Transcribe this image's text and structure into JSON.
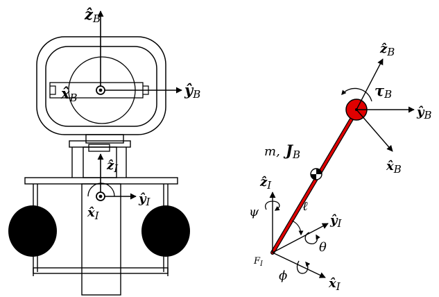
{
  "diagram": {
    "colors": {
      "ink": "#000000",
      "pendulum": "#e00000",
      "background": "#ffffff"
    },
    "left": {
      "labels": {
        "zB_sym": "ẑ",
        "zB_sub": "B",
        "yB_sym": "ŷ",
        "yB_sub": "B",
        "xB_sym": "x̂",
        "xB_sub": "B",
        "zI_sym": "ẑ",
        "zI_sub": "I",
        "yI_sym": "ŷ",
        "yI_sub": "I",
        "xI_sym": "x̂",
        "xI_sub": "I"
      }
    },
    "right": {
      "labels": {
        "zB_sym": "ẑ",
        "zB_sub": "B",
        "yB_sym": "ŷ",
        "yB_sub": "B",
        "xB_sym": "x̂",
        "xB_sub": "B",
        "tauB_sym": "τ",
        "tauB_sub": "B",
        "m": "m,",
        "JB_sym": "J",
        "JB_sub": "B",
        "zI_sym": "ẑ",
        "zI_sub": "I",
        "yI_sym": "ŷ",
        "yI_sub": "I",
        "xI_sym": "x̂",
        "xI_sub": "I",
        "psi": "ψ",
        "ell": "ℓ",
        "theta": "θ",
        "phi": "ϕ",
        "frame_sym": "F",
        "frame_sub": "I"
      }
    }
  }
}
